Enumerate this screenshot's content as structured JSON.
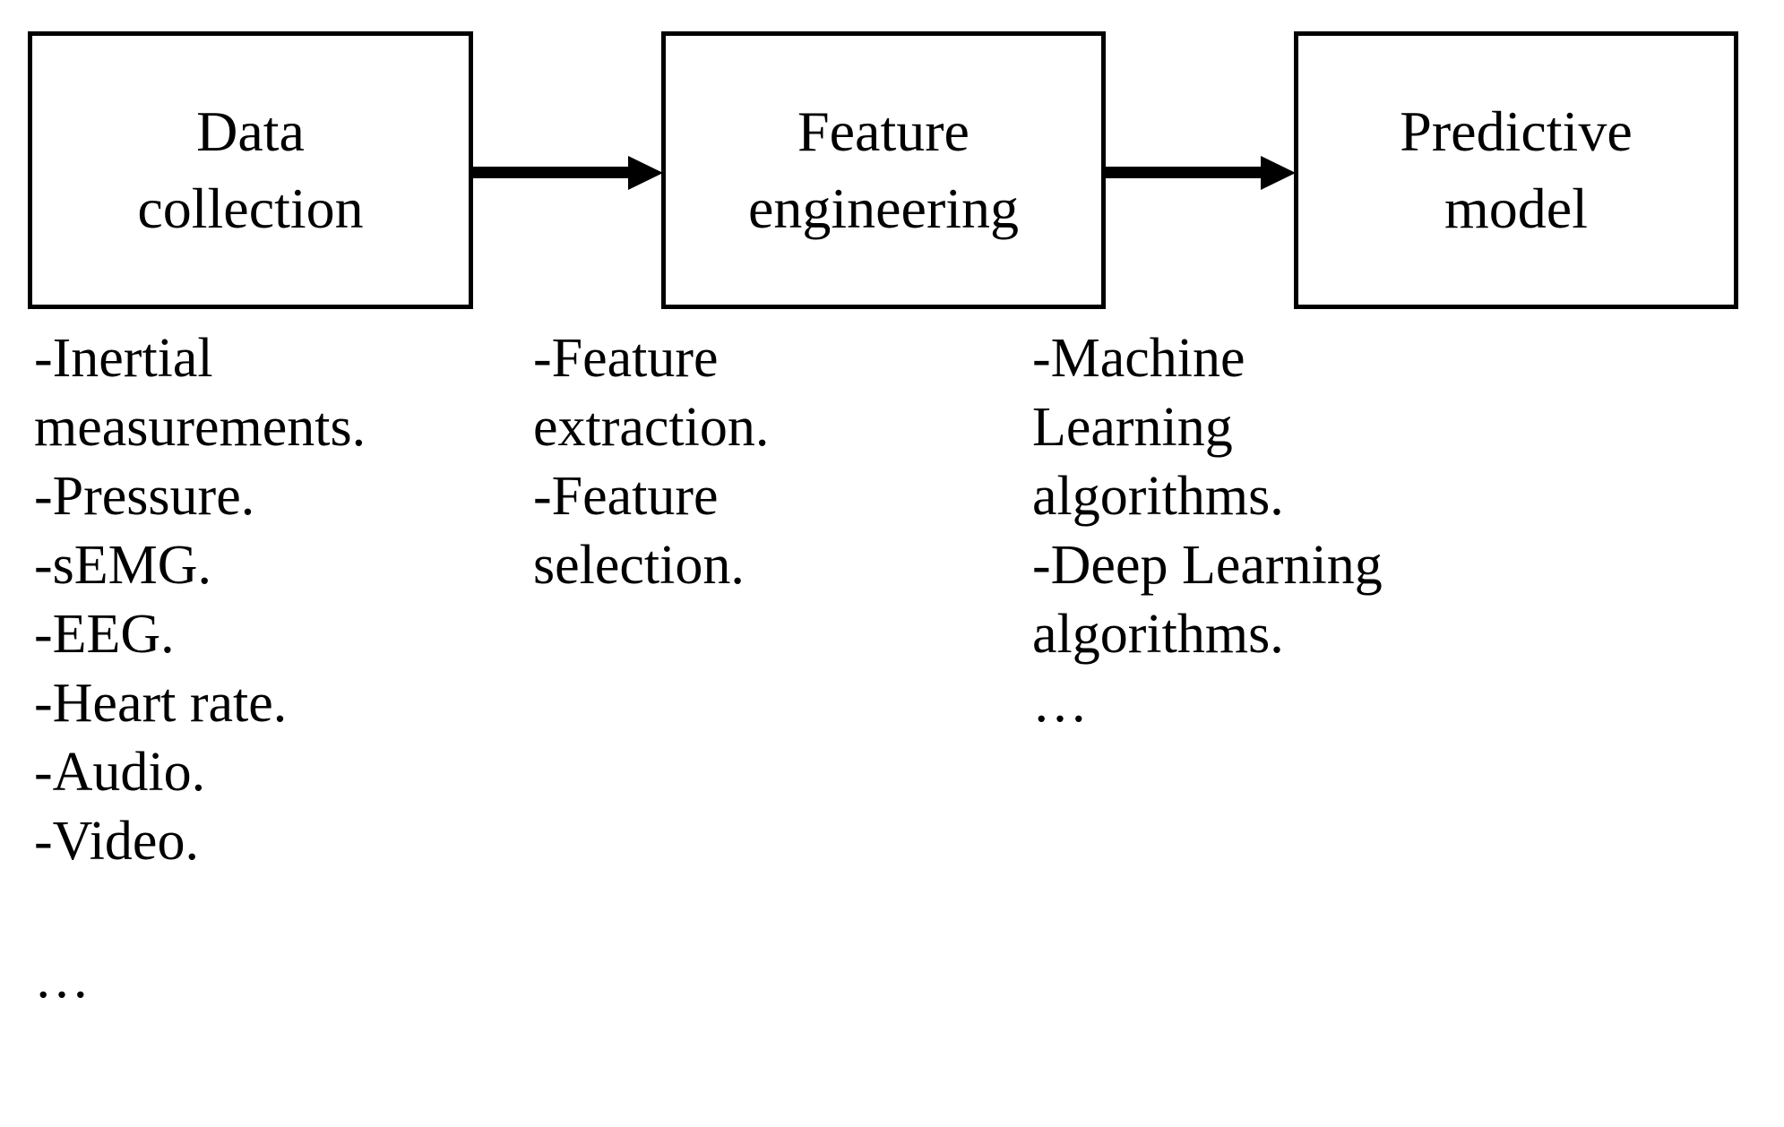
{
  "diagram": {
    "type": "pipeline-flowchart",
    "orientation": "left-to-right",
    "background_color": "#ffffff",
    "ink_color": "#000000",
    "stages": [
      {
        "id": "data-collection",
        "box_label": "Data\ncollection",
        "items": [
          "-Inertial",
          "measurements.",
          "-Pressure.",
          "-sEMG.",
          "-EEG.",
          "-Heart rate.",
          "-Audio.",
          "-Video.",
          "",
          "…"
        ]
      },
      {
        "id": "feature-engineering",
        "box_label": "Feature\nengineering",
        "items": [
          "-Feature",
          "extraction.",
          "-Feature",
          "selection."
        ]
      },
      {
        "id": "predictive-model",
        "box_label": "Predictive\nmodel",
        "items": [
          "-Machine",
          "Learning",
          "algorithms.",
          "-Deep Learning",
          "algorithms.",
          "…"
        ]
      }
    ],
    "connectors": [
      {
        "id": "arrow-1",
        "from": "data-collection",
        "to": "feature-engineering",
        "glyph": "arrow-right"
      },
      {
        "id": "arrow-2",
        "from": "feature-engineering",
        "to": "predictive-model",
        "glyph": "arrow-right"
      }
    ]
  }
}
